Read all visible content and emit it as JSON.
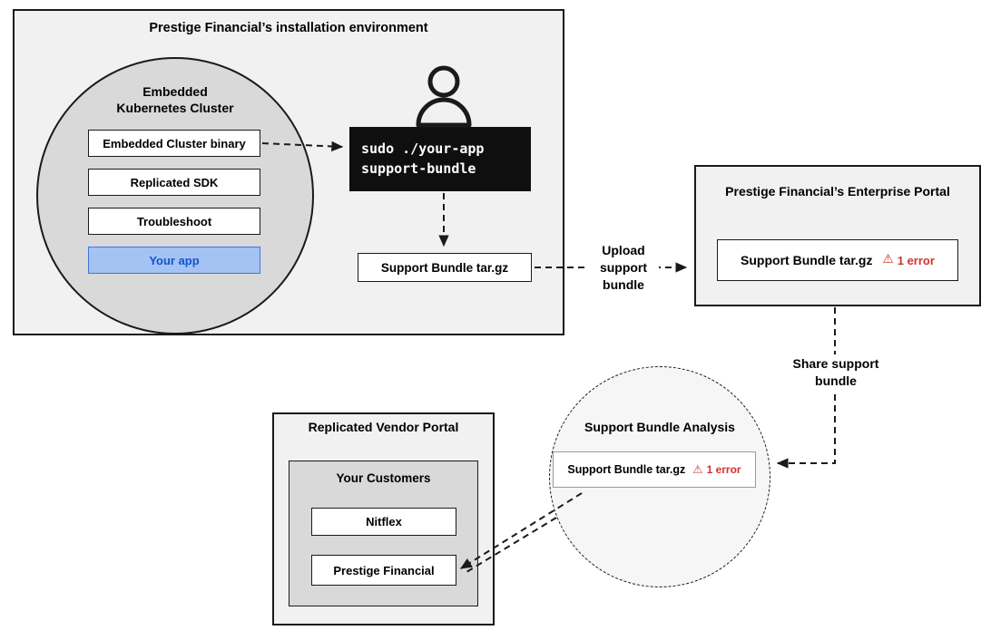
{
  "colors": {
    "panel_bg": "#f1f1f1",
    "panel_border": "#1a1a1a",
    "circle_bg": "#d9d9d9",
    "analysis_bg": "#f6f6f6",
    "terminal_bg": "#0f0f0f",
    "terminal_text": "#ffffff",
    "app_box_bg": "#a4c2f4",
    "app_box_border": "#3c78d8",
    "app_box_text": "#1155cc",
    "error_red": "#d0342c"
  },
  "installation_env": {
    "title": "Prestige Financial’s installation environment",
    "cluster": {
      "title_line1": "Embedded",
      "title_line2": "Kubernetes Cluster",
      "items": [
        {
          "label": "Embedded Cluster binary"
        },
        {
          "label": "Replicated SDK"
        },
        {
          "label": "Troubleshoot"
        },
        {
          "label": "Your app"
        }
      ]
    },
    "terminal": {
      "line1": "sudo ./your-app",
      "line2": "support-bundle"
    },
    "bundle_label": "Support Bundle tar.gz"
  },
  "flow_labels": {
    "upload": "Upload support bundle",
    "share": "Share support bundle"
  },
  "enterprise_portal": {
    "title": "Prestige Financial’s Enterprise Portal",
    "bundle": {
      "label": "Support Bundle tar.gz",
      "warning_icon": "⚠",
      "error_text": "1 error"
    }
  },
  "analysis": {
    "title": "Support Bundle Analysis",
    "bundle": {
      "label": "Support Bundle tar.gz",
      "warning_icon": "⚠",
      "error_text": "1 error"
    }
  },
  "vendor_portal": {
    "title": "Replicated Vendor Portal",
    "customers": {
      "title": "Your Customers",
      "items": [
        {
          "label": "Nitflex"
        },
        {
          "label": "Prestige Financial"
        }
      ]
    }
  }
}
